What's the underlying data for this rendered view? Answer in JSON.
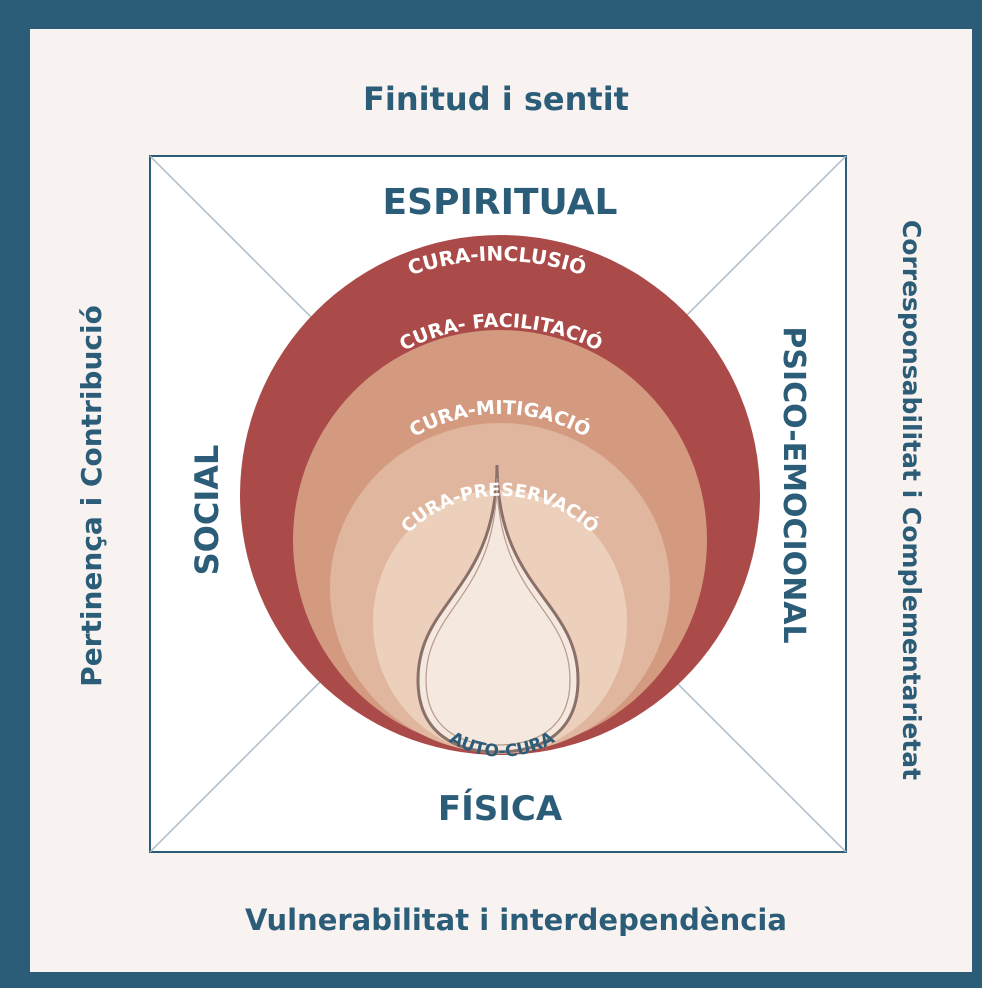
{
  "outer_labels": {
    "top": "Finitud i sentit",
    "bottom": "Vulnerabilitat i interdependència",
    "left": "Pertinença i Contribució",
    "right": "Corresponsabilitat i Complementarietat"
  },
  "dimensions": {
    "top": "ESPIRITUAL",
    "bottom": "FÍSICA",
    "left": "SOCIAL",
    "right": "PSICO-EMOCIONAL"
  },
  "care_levels": [
    {
      "label": "CURA-INCLUSIÓ",
      "color": "#a84543"
    },
    {
      "label": "CURA- FACILITACIÓ",
      "color": "#d39a80"
    },
    {
      "label": "CURA-MITIGACIÓ",
      "color": "#e0b69e"
    },
    {
      "label": "CURA-PRESERVACIÓ",
      "color": "#ecd0bc"
    }
  ],
  "center": {
    "label": "AUTO-CURA",
    "color": "#f5e8de"
  },
  "colors": {
    "frame": "#2c5d78",
    "band": "#f8f3f0",
    "panel": "#ffffff",
    "text": "#2c5d78",
    "arc_text": "#ffffff",
    "drop_outline": "#8a7068"
  }
}
